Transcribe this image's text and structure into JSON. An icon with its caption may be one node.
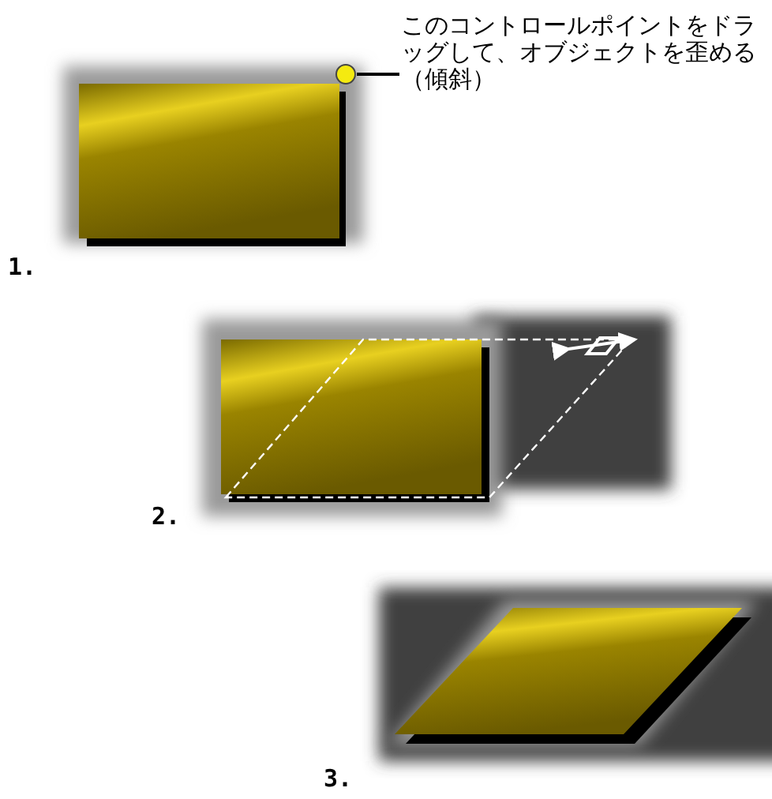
{
  "diagram": {
    "nodes": [
      {
        "text": [
          "このコントロールポイントをドラッグして、オブジェクトを歪める（傾斜）"
        ]
      },
      {
        "text": [],
        "shape": "circle"
      }
    ],
    "edges": [
      {
        "from": 0,
        "to": 1,
        "arrow": "none"
      }
    ],
    "labels": [
      "1.",
      "2.",
      "3."
    ]
  }
}
